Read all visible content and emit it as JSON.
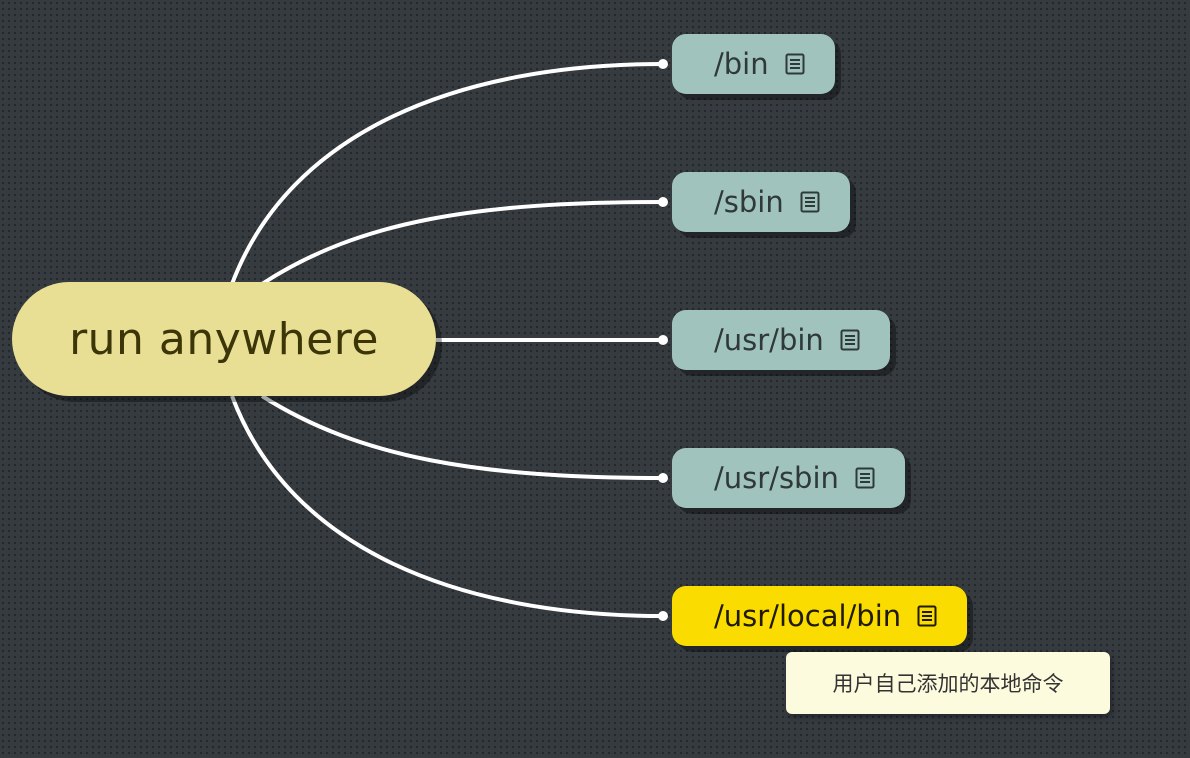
{
  "mindmap": {
    "root": {
      "label": "run anywhere"
    },
    "topics": [
      {
        "label": "/bin",
        "icon": "note-icon",
        "highlighted": false
      },
      {
        "label": "/sbin",
        "icon": "note-icon",
        "highlighted": false
      },
      {
        "label": "/usr/bin",
        "icon": "note-icon",
        "highlighted": false
      },
      {
        "label": "/usr/sbin",
        "icon": "note-icon",
        "highlighted": false
      },
      {
        "label": "/usr/local/bin",
        "icon": "note-icon",
        "highlighted": true
      }
    ],
    "note": {
      "text": "用户自己添加的本地命令"
    }
  },
  "colors": {
    "background": "#363b40",
    "root_fill": "#e8df94",
    "topic_fill": "#a1c3bd",
    "highlight_fill": "#fbdc00",
    "connector": "#ffffff",
    "note_fill": "#fdfbde"
  }
}
